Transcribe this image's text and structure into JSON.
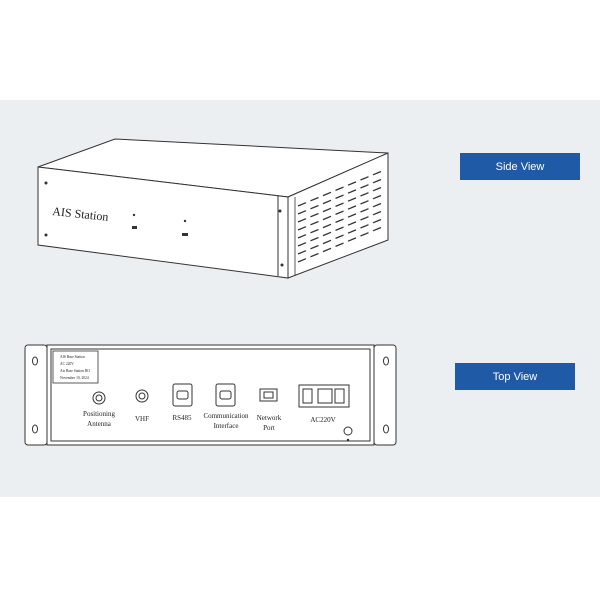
{
  "labels": {
    "side_view": "Side View",
    "top_view": "Top View"
  },
  "device": {
    "title": "AIS Station",
    "nameplate": [
      "AIS Base Station",
      "AC 220V",
      "Ais Base Station BO",
      "November 10, 2024"
    ],
    "ports": {
      "positioning_antenna_line1": "Positioning",
      "positioning_antenna_line2": "Antenna",
      "vhf": "VHF",
      "rs485": "RS485",
      "communication_interface_line1": "Communication",
      "communication_interface_line2": "Interface",
      "network_port_line1": "Network",
      "network_port_line2": "Port",
      "ac220v": "AC220V"
    }
  },
  "colors": {
    "button_bg": "#1f5aa6",
    "panel_bg": "#eceff2"
  }
}
